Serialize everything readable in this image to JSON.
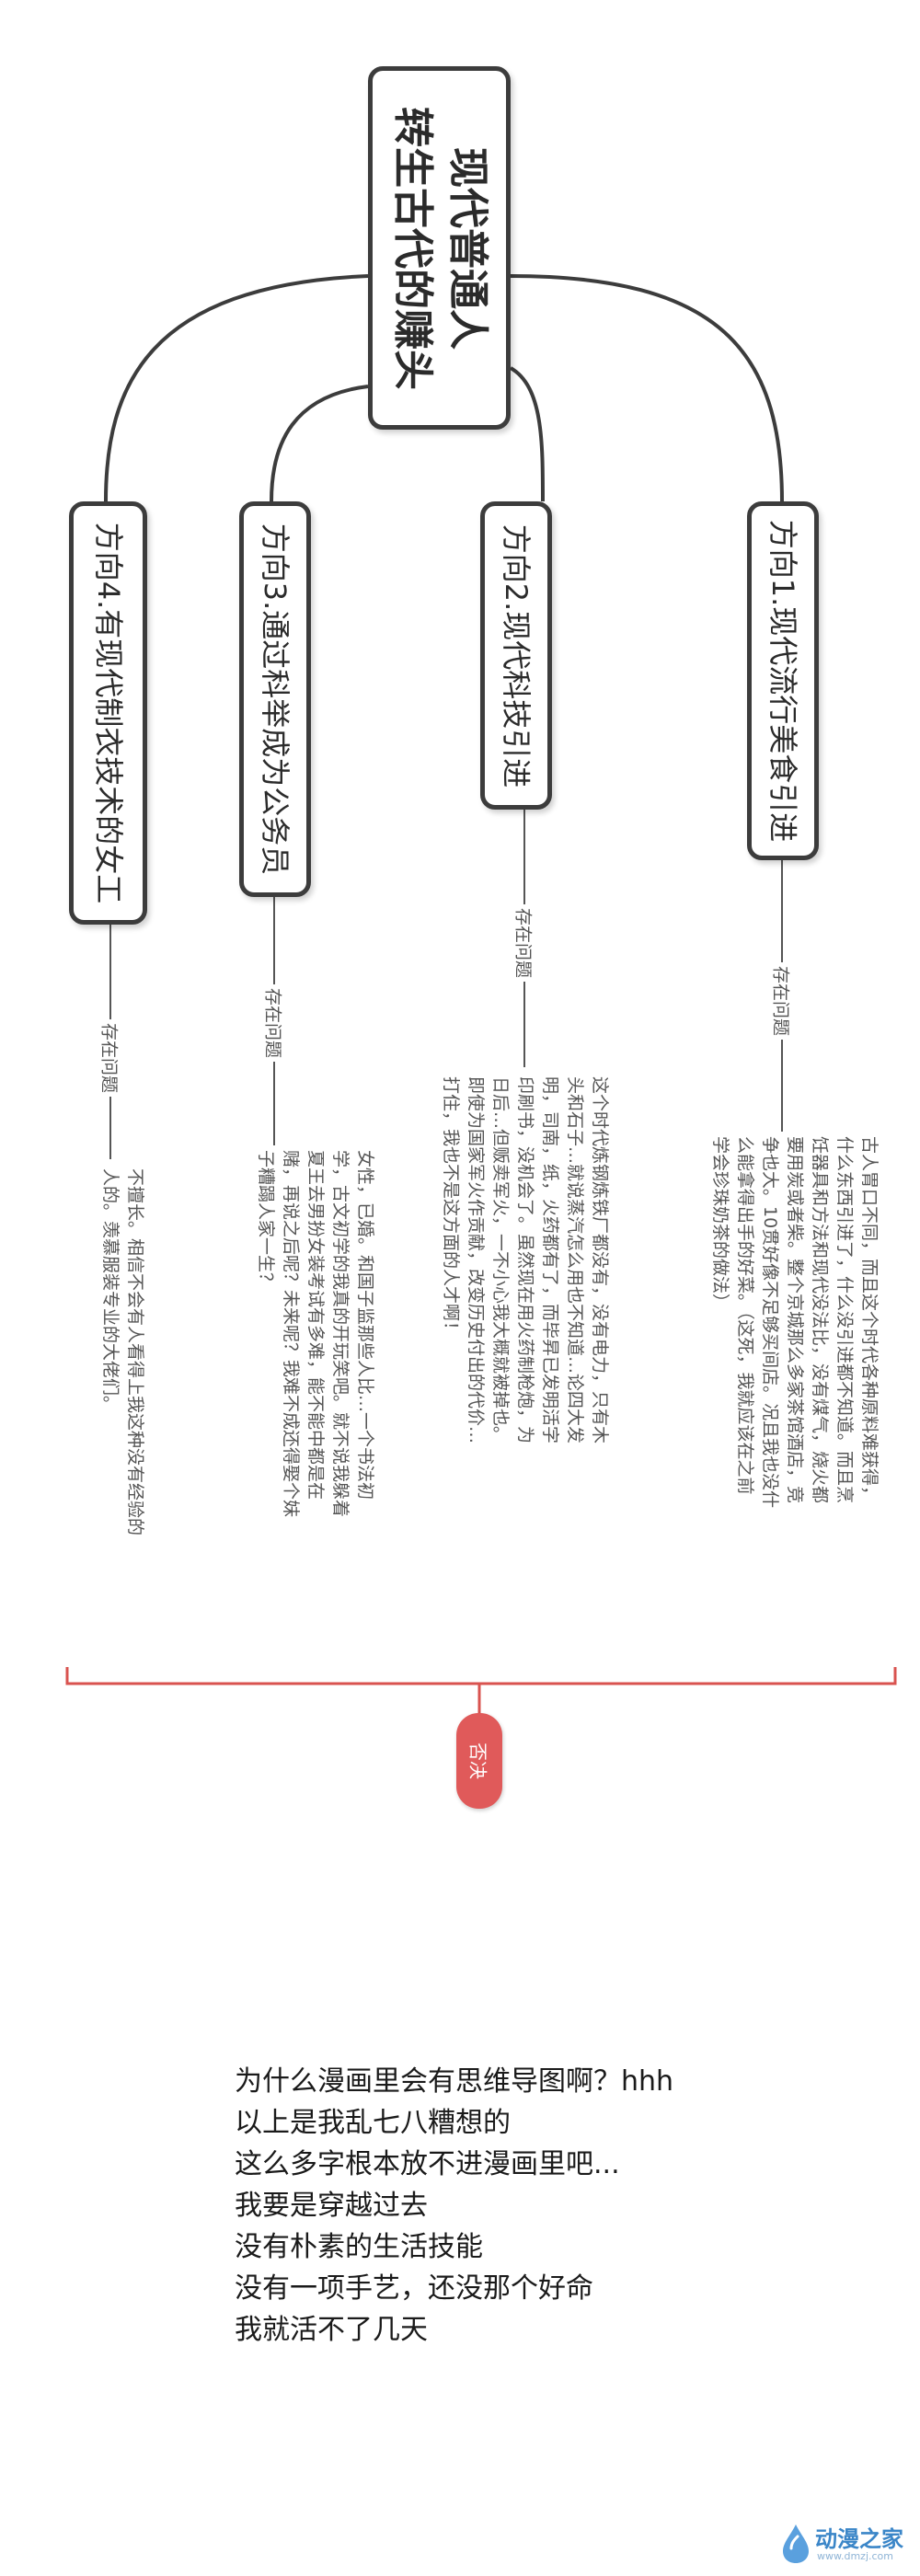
{
  "root": {
    "title_line1": "现代普通人",
    "title_line2": "转生古代的赚头"
  },
  "branches": [
    {
      "label": "方向1.现代流行美食引进",
      "relation": "存在问题",
      "note": [
        "古人胃口不同，而且这个时代各种原料难获得，",
        "什么东西引进了，什么没引进都不知道。而且烹",
        "饪器具和方法和现代没法比，没有煤气，烧火都",
        "要用炭或者柴。整个京城那么多家茶馆酒店，竞",
        "争也大。10贯好像不足够买间店。况且我也没什",
        "么能拿得出手的好菜。（这死，我就应该在之前",
        "学会珍珠奶茶的做法）"
      ]
    },
    {
      "label": "方向2.现代科技引进",
      "relation": "存在问题",
      "note": [
        "这个时代炼钢炼铁厂都没有，没有电力，只有木",
        "头和石子…就说蒸汽怎么用也不知道…论四大发",
        "明，司南，纸，火药都有了，而毕昇已发明活字",
        "印刷书，没机会了。虽然现在用火药制枪炮，为",
        "日后…但贩卖军火，一不小心我大概就被掉也。",
        "即使为国家军火作贡献，改变历史付出的代价…",
        "打住，我也不是这方面的人才啊！"
      ]
    },
    {
      "label": "方向3.通过科举成为公务员",
      "relation": "存在问题",
      "note": [
        "女性，已婚。和国子监那些人比…一个书法初",
        "学，古文初学的我真的开玩笑吧。就不说我躲着",
        "夏王去男扮女装考试有多难，能不能中都是在",
        "赌，再说之后呢？未来呢？我难不成还得娶个妹",
        "子糟蹋人家一生？"
      ]
    },
    {
      "label": "方向4.有现代制衣技术的女工",
      "relation": "存在问题",
      "note": [
        "不擅长。相信不会有人看得上我这种没有经验的",
        "人的。羡慕服装专业的大佬们。"
      ]
    }
  ],
  "verdict": {
    "label": "否决"
  },
  "caption": [
    "为什么漫画里会有思维导图啊？hhh",
    "以上是我乱七八糟想的",
    "这么多字根本放不进漫画里吧...",
    "我要是穿越过去",
    "没有朴素的生活技能",
    "没有一项手艺，还没那个好命",
    "我就活不了几天"
  ],
  "watermark": {
    "name": "动漫之家",
    "url": "www.dmzj.com"
  },
  "colors": {
    "line": "#3c3c3c",
    "accent": "#e05a5a",
    "bracket": "#d9534f"
  }
}
